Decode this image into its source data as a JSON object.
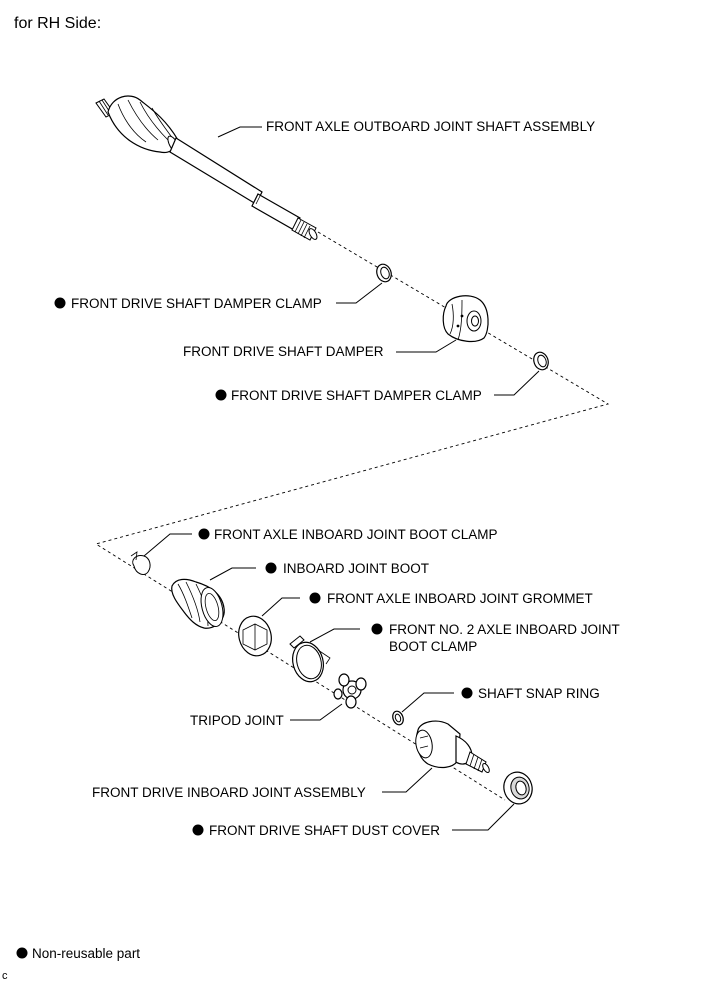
{
  "header": "for RH Side:",
  "labels": {
    "outboard_joint_shaft": "FRONT AXLE OUTBOARD JOINT SHAFT ASSEMBLY",
    "damper_clamp_1": "FRONT DRIVE SHAFT DAMPER CLAMP",
    "damper": "FRONT DRIVE SHAFT DAMPER",
    "damper_clamp_2": "FRONT DRIVE SHAFT DAMPER CLAMP",
    "inboard_boot_clamp": "FRONT AXLE INBOARD JOINT BOOT CLAMP",
    "inboard_boot": "INBOARD JOINT BOOT",
    "inboard_grommet": "FRONT AXLE INBOARD JOINT GROMMET",
    "no2_boot_clamp_line1": "FRONT NO. 2 AXLE INBOARD JOINT",
    "no2_boot_clamp_line2": "BOOT CLAMP",
    "shaft_snap_ring": "SHAFT SNAP RING",
    "tripod_joint": "TRIPOD JOINT",
    "inboard_joint_assembly": "FRONT DRIVE INBOARD JOINT ASSEMBLY",
    "dust_cover": "FRONT DRIVE SHAFT DUST COVER"
  },
  "legend": {
    "non_reusable": "Non-reusable part"
  },
  "footer_code": "c"
}
